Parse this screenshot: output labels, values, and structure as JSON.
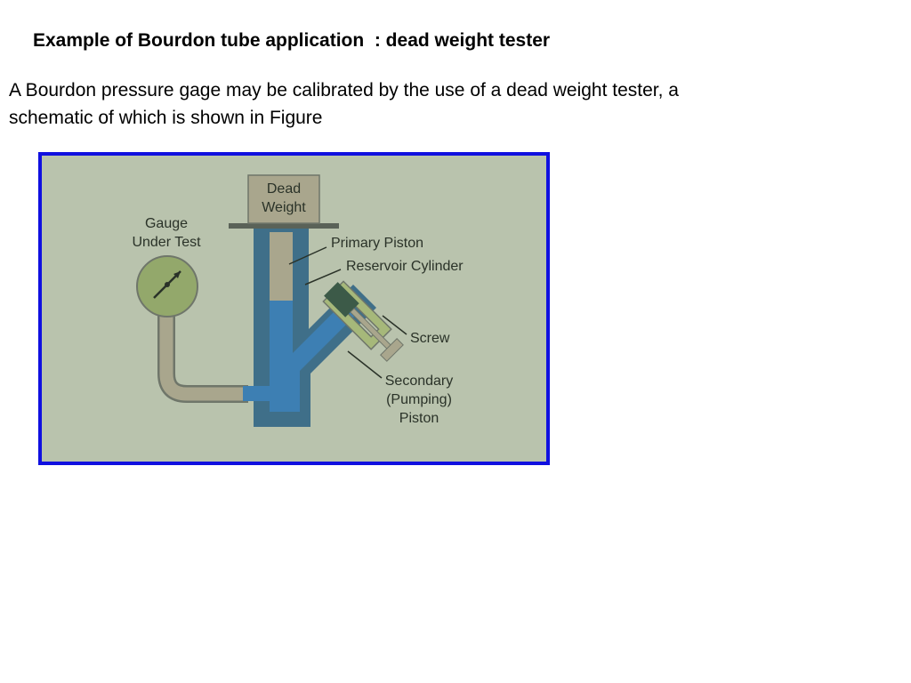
{
  "slide": {
    "title": "Example of Bourdon tube application  : dead weight tester",
    "body": "A Bourdon pressure gage may be calibrated by the use of a dead weight tester, a schematic of which is shown in Figure"
  },
  "diagram": {
    "labels": {
      "dead_weight_1": "Dead",
      "dead_weight_2": "Weight",
      "gauge_1": "Gauge",
      "gauge_2": "Under Test",
      "primary_piston": "Primary Piston",
      "reservoir_cylinder": "Reservoir Cylinder",
      "screw": "Screw",
      "secondary_1": "Secondary",
      "secondary_2": "(Pumping)",
      "secondary_3": "Piston"
    },
    "colors": {
      "frame_border": "#1010e0",
      "background": "#b9c3ad",
      "cylinder_wall": "#3f6f89",
      "fluid": "#3d7fb3",
      "piston": "#a9a68d",
      "gauge_face": "#93a86b",
      "screw_housing": "#a6b87a",
      "secondary_piston": "#3c5a48"
    }
  }
}
